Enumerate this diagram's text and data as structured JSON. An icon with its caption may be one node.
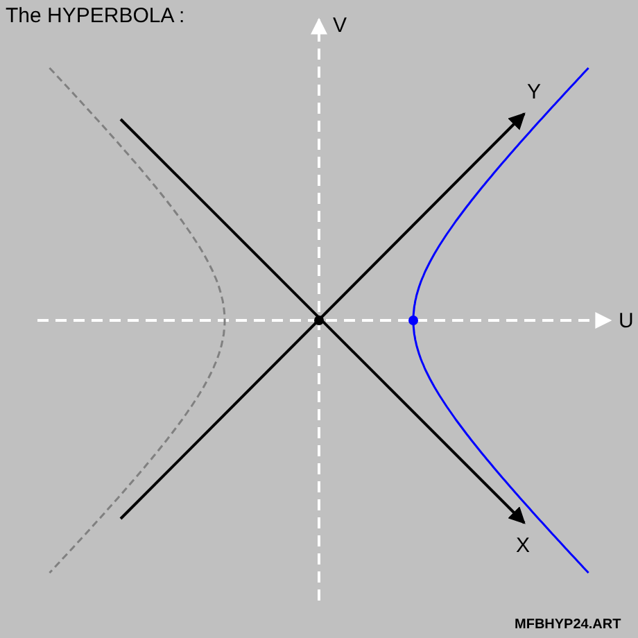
{
  "diagram": {
    "title": "The HYPERBOLA :",
    "labels": [
      "V",
      "Y",
      "U",
      "X",
      "MFBHYP24.ART"
    ]
  }
}
